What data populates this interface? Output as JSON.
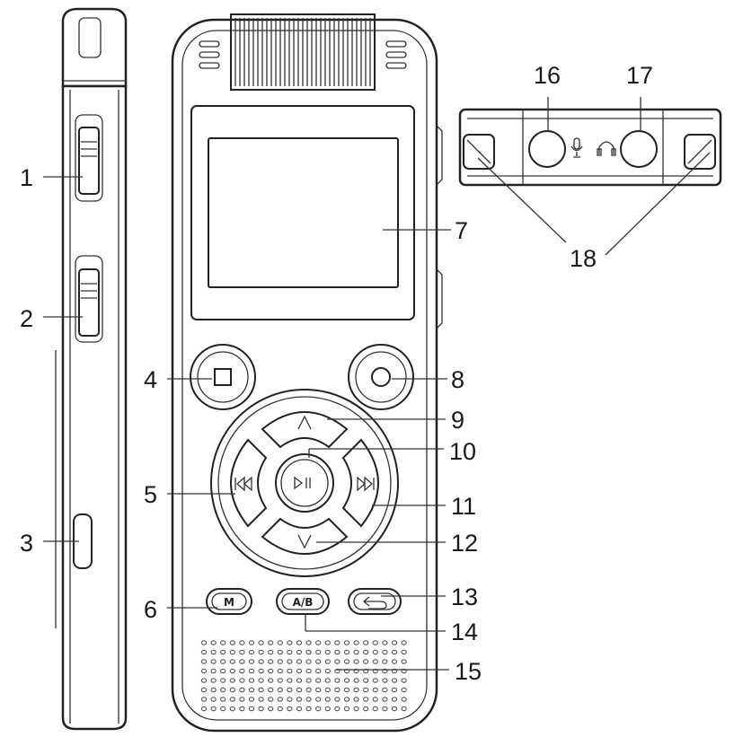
{
  "diagram": {
    "callouts": [
      {
        "id": "1",
        "text": "1"
      },
      {
        "id": "2",
        "text": "2"
      },
      {
        "id": "3",
        "text": "3"
      },
      {
        "id": "4",
        "text": "4"
      },
      {
        "id": "5",
        "text": "5"
      },
      {
        "id": "6",
        "text": "6"
      },
      {
        "id": "7",
        "text": "7"
      },
      {
        "id": "8",
        "text": "8"
      },
      {
        "id": "9",
        "text": "9"
      },
      {
        "id": "10",
        "text": "10"
      },
      {
        "id": "11",
        "text": "11"
      },
      {
        "id": "12",
        "text": "12"
      },
      {
        "id": "13",
        "text": "13"
      },
      {
        "id": "14",
        "text": "14"
      },
      {
        "id": "15",
        "text": "15"
      },
      {
        "id": "16",
        "text": "16"
      },
      {
        "id": "17",
        "text": "17"
      },
      {
        "id": "18",
        "text": "18"
      }
    ],
    "button_labels": {
      "ab": "A/B",
      "menu": "M"
    },
    "icons": {
      "stop": "stop-square-icon",
      "record": "record-circle-icon",
      "play_pause": "play-pause-icon",
      "prev": "skip-back-icon",
      "next": "skip-forward-icon",
      "up": "chevron-up-icon",
      "down": "chevron-down-icon",
      "back": "return-arrow-icon",
      "mic": "microphone-icon",
      "headphones": "headphones-icon"
    }
  }
}
